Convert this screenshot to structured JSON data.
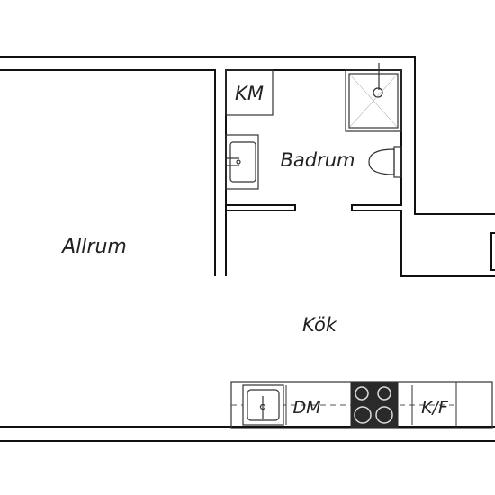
{
  "rooms": {
    "allrum": "Allrum",
    "badrum": "Badrum",
    "kok": "Kök",
    "km": "KM",
    "dm": "DM",
    "kf": "K/F"
  },
  "colors": {
    "wall": "#111111",
    "fixture": "#333333",
    "appliance": "#2a2a2a",
    "background": "#ffffff"
  }
}
